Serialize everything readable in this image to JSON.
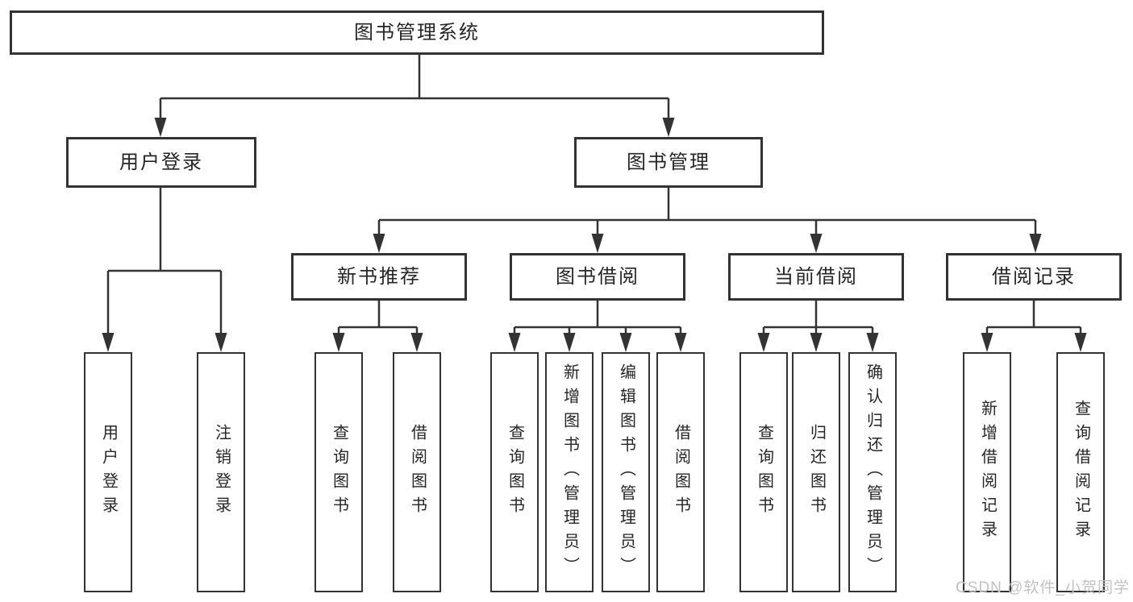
{
  "watermark": "CSDN @软件_小贺同学",
  "tree": {
    "label": "图书管理系统",
    "children": [
      {
        "label": "用户登录",
        "children": [
          {
            "label": "用户登录"
          },
          {
            "label": "注销登录"
          }
        ]
      },
      {
        "label": "图书管理",
        "children": [
          {
            "label": "新书推荐",
            "children": [
              {
                "label": "查询图书"
              },
              {
                "label": "借阅图书"
              }
            ]
          },
          {
            "label": "图书借阅",
            "children": [
              {
                "label": "查询图书"
              },
              {
                "label": "新增图书（管理员）"
              },
              {
                "label": "编辑图书（管理员）"
              },
              {
                "label": "借阅图书"
              }
            ]
          },
          {
            "label": "当前借阅",
            "children": [
              {
                "label": "查询图书"
              },
              {
                "label": "归还图书"
              },
              {
                "label": "确认归还（管理员）"
              }
            ]
          },
          {
            "label": "借阅记录",
            "children": [
              {
                "label": "新增借阅记录"
              },
              {
                "label": "查询借阅记录"
              }
            ]
          }
        ]
      }
    ]
  },
  "colors": {
    "line": "#333333",
    "box_border": "#333333",
    "text": "#262626",
    "watermark_text": "#c2c2c2",
    "background": "#ffffff"
  }
}
